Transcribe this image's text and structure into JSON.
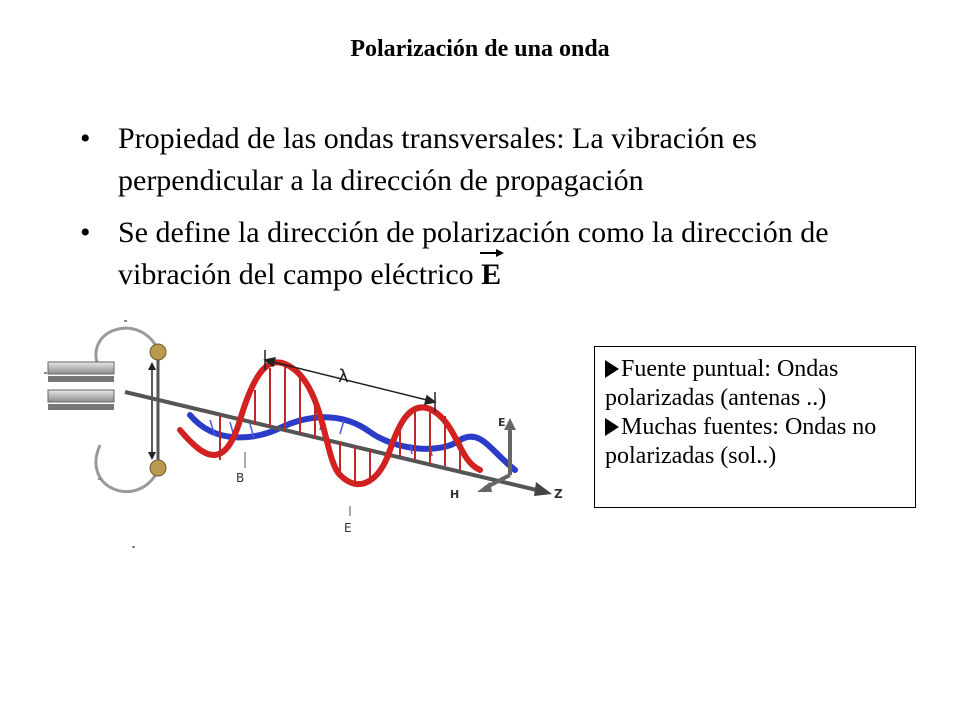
{
  "title": "Polarización de una onda",
  "bullets": [
    {
      "marker": "•",
      "text": "Propiedad de las ondas transversales: La vibración es perpendicular a la dirección de propagación"
    },
    {
      "marker": "•",
      "text": "Se define la dirección de polarización como la dirección de vibración del campo eléctrico",
      "symbol": "E"
    }
  ],
  "diagram": {
    "labels": {
      "lambda": "λ",
      "e_axis": "E",
      "h_axis": "H",
      "z_axis": "Z",
      "b_label": "B",
      "e_label": "E"
    },
    "colors": {
      "electric_wave": "#d32020",
      "magnetic_wave": "#2a3cc8",
      "axis": "#555555"
    }
  },
  "info_box": {
    "items": [
      "Fuente puntual: Ondas polarizadas (antenas ..)",
      "Muchas fuentes: Ondas no polarizadas (sol..)"
    ]
  }
}
